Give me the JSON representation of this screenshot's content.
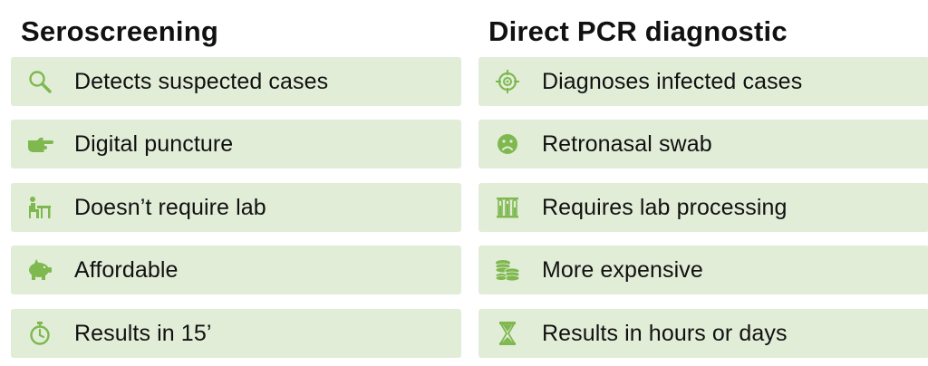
{
  "colors": {
    "row_background": "#e2edd8",
    "icon": "#7fb84f",
    "text": "#111111"
  },
  "left": {
    "title": "Seroscreening",
    "items": [
      {
        "label": "Detects suspected cases",
        "icon": "magnifier-icon"
      },
      {
        "label": "Digital puncture",
        "icon": "pointing-hand-icon"
      },
      {
        "label": "Doesn’t require lab",
        "icon": "person-at-desk-icon"
      },
      {
        "label": "Affordable",
        "icon": "piggy-bank-icon"
      },
      {
        "label": "Results in 15’",
        "icon": "stopwatch-icon"
      }
    ]
  },
  "right": {
    "title": "Direct PCR diagnostic",
    "items": [
      {
        "label": "Diagnoses infected cases",
        "icon": "target-icon"
      },
      {
        "label": "Retronasal swab",
        "icon": "sad-face-icon"
      },
      {
        "label": "Requires lab processing",
        "icon": "test-tubes-icon"
      },
      {
        "label": "More expensive",
        "icon": "coins-icon"
      },
      {
        "label": "Results in hours or days",
        "icon": "hourglass-icon"
      }
    ]
  }
}
